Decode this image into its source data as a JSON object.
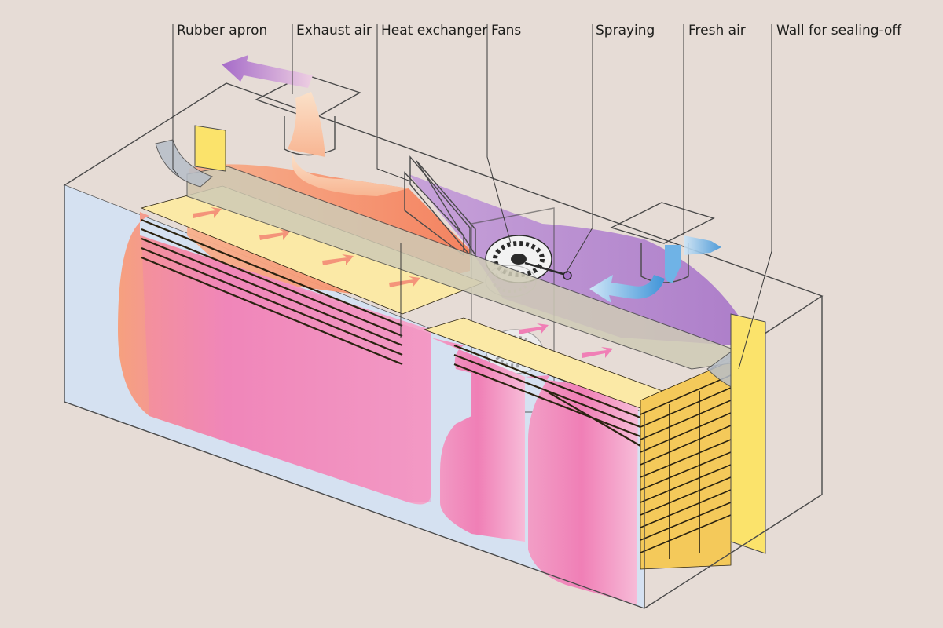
{
  "labels": {
    "rubber_apron": "Rubber apron",
    "exhaust_air": "Exhaust air",
    "heat_exchanger": "Heat exchanger",
    "fans": "Fans",
    "spraying": "Spraying",
    "fresh_air": "Fresh air",
    "wall_sealing": "Wall for sealing-off"
  },
  "colors": {
    "background": "#e6dcd6",
    "chamber": "#d5e1f1",
    "airflow_pink": "#f08bbb",
    "airflow_warm": "#f6a07e",
    "lumber": "#fbe9a6",
    "lumber_dark": "#2a2210",
    "sealing_wall": "#fbe36b",
    "heat_exchanger": "#ef5a4e",
    "return_air_purple": "#b58ad0",
    "fresh_air_blue": "#6fb3e6",
    "beam": "#cfcbb6"
  }
}
